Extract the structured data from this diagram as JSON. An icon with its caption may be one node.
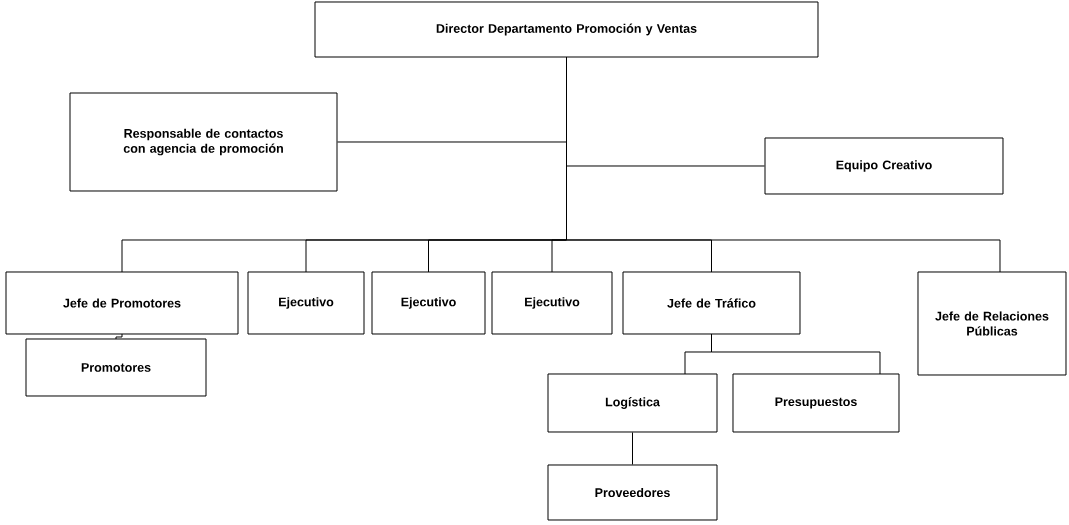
{
  "diagram": {
    "nodes": [
      {
        "text": [
          "Director Departamento Promoción y Ventas"
        ]
      },
      {
        "text": [
          "Responsable de contactos con agencia de promoción"
        ]
      },
      {
        "text": [
          "Equipo Creativo"
        ]
      },
      {
        "text": [
          "Jefe de Promotores"
        ]
      },
      {
        "text": [
          "Ejecutivo"
        ]
      },
      {
        "text": [
          "Ejecutivo"
        ]
      },
      {
        "text": [
          "Ejecutivo"
        ]
      },
      {
        "text": [
          "Jefe de Tráfico"
        ]
      },
      {
        "text": [
          "Jefe de Relaciones Públicas"
        ]
      },
      {
        "text": [
          "Promotores"
        ]
      },
      {
        "text": [
          "Logística"
        ]
      },
      {
        "text": [
          "Presupuestos"
        ]
      },
      {
        "text": [
          "Proveedores"
        ]
      }
    ],
    "edges": [
      {
        "from": 0,
        "to": 1,
        "arrow": "none"
      },
      {
        "from": 0,
        "to": 2,
        "arrow": "none"
      },
      {
        "from": 0,
        "to": 3,
        "arrow": "none"
      },
      {
        "from": 0,
        "to": 4,
        "arrow": "none"
      },
      {
        "from": 0,
        "to": 5,
        "arrow": "none"
      },
      {
        "from": 0,
        "to": 6,
        "arrow": "none"
      },
      {
        "from": 0,
        "to": 7,
        "arrow": "none"
      },
      {
        "from": 0,
        "to": 8,
        "arrow": "none"
      },
      {
        "from": 3,
        "to": 9,
        "arrow": "none"
      },
      {
        "from": 7,
        "to": 10,
        "arrow": "none"
      },
      {
        "from": 7,
        "to": 11,
        "arrow": "none"
      },
      {
        "from": 10,
        "to": 12,
        "arrow": "none"
      }
    ]
  }
}
